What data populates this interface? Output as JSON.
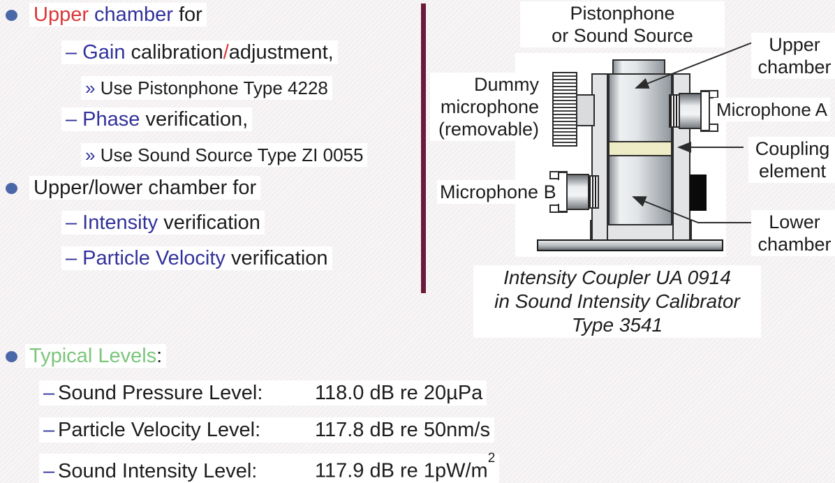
{
  "colors": {
    "red": "#dd3636",
    "blue": "#31319b",
    "black": "#1c1c1c",
    "green": "#7cc57c",
    "bullet": "#4a68a8",
    "divider": "#6a1b3a",
    "coupling_band": "#eeecc6",
    "diagram_outline": "#2b2b2b"
  },
  "left": {
    "lines": [
      {
        "segments": [
          {
            "text": "Upper",
            "color": "red"
          },
          {
            "text": " chamber",
            "color": "blue"
          },
          {
            "text": " for",
            "color": "black"
          }
        ]
      },
      {
        "segments": [
          {
            "text": "– Gain",
            "color": "blue"
          },
          {
            "text": " calibration",
            "color": "black"
          },
          {
            "text": "/",
            "color": "red"
          },
          {
            "text": "adjustment,",
            "color": "black"
          }
        ]
      },
      {
        "segments": [
          {
            "text": "» ",
            "color": "blue"
          },
          {
            "text": "Use Pistonphone Type 4228",
            "color": "black"
          }
        ]
      },
      {
        "segments": [
          {
            "text": "– Phase",
            "color": "blue"
          },
          {
            "text": " verification,",
            "color": "black"
          }
        ]
      },
      {
        "segments": [
          {
            "text": "» ",
            "color": "blue"
          },
          {
            "text": "Use Sound Source Type ZI 0055",
            "color": "black"
          }
        ]
      },
      {
        "segments": [
          {
            "text": "Upper/lower chamber for",
            "color": "black"
          }
        ]
      },
      {
        "segments": [
          {
            "text": "– Intensity",
            "color": "blue"
          },
          {
            "text": " verification",
            "color": "black"
          }
        ]
      },
      {
        "segments": [
          {
            "text": "– Particle Velocity",
            "color": "blue"
          },
          {
            "text": " verification",
            "color": "black"
          }
        ]
      },
      {
        "segments": [
          {
            "text": "Typical Levels",
            "color": "green"
          },
          {
            "text": ":",
            "color": "black"
          }
        ]
      }
    ],
    "typical": {
      "rows": [
        {
          "dash": "–",
          "label": "Sound Pressure Level:",
          "value": "118.0 dB re 20µPa"
        },
        {
          "dash": "–",
          "label": "Particle Velocity Level:",
          "value": "117.8 dB re 50nm/s"
        },
        {
          "dash": "–",
          "label": "Sound Intensity Level:",
          "value": "117.9 dB re 1pW/m",
          "sup": "2"
        }
      ]
    }
  },
  "diagram": {
    "top_label": {
      "line1": "Pistonphone",
      "line2": "or Sound Source"
    },
    "dummy_mic": {
      "line1": "Dummy",
      "line2": "microphone",
      "line3": "(removable)"
    },
    "microphone_b": "Microphone B",
    "upper_chamber": {
      "line1": "Upper",
      "line2": "chamber"
    },
    "microphone_a": "Microphone A",
    "coupling_element": {
      "line1": "Coupling",
      "line2": "element"
    },
    "lower_chamber": {
      "line1": "Lower",
      "line2": "chamber"
    },
    "caption": {
      "line1": "Intensity Coupler UA 0914",
      "line2": "in Sound Intensity Calibrator",
      "line3": "Type 3541"
    }
  }
}
